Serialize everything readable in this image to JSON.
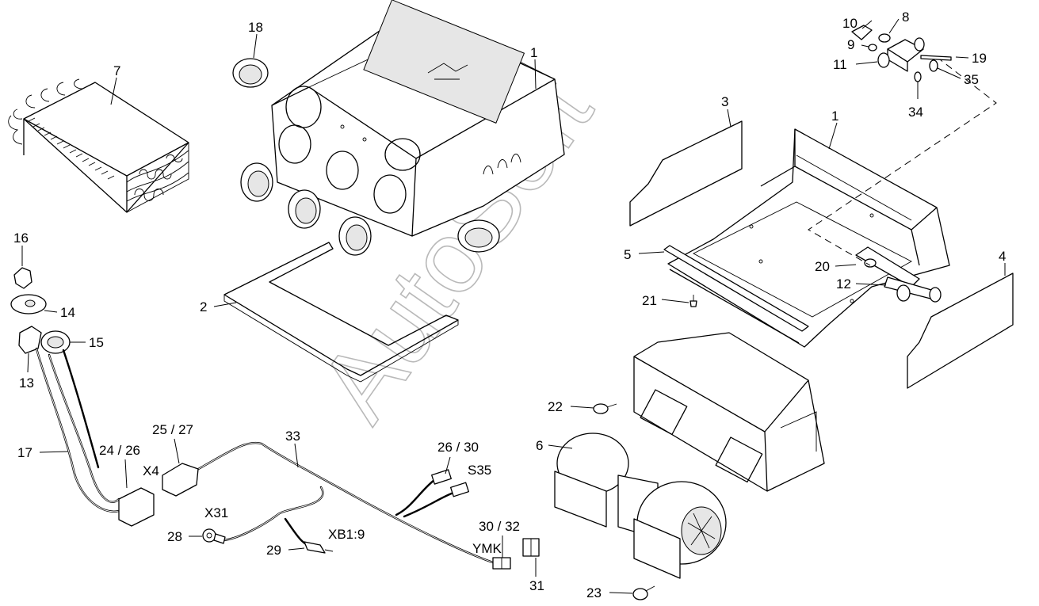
{
  "watermark": "AutoSoft",
  "callouts": {
    "c1a": "1",
    "c1b": "1",
    "c2": "2",
    "c3": "3",
    "c4": "4",
    "c5": "5",
    "c6": "6",
    "c7": "7",
    "c8": "8",
    "c9": "9",
    "c10": "10",
    "c11": "11",
    "c12": "12",
    "c13": "13",
    "c14": "14",
    "c15": "15",
    "c16": "16",
    "c17": "17",
    "c18": "18",
    "c19": "19",
    "c20": "20",
    "c21": "21",
    "c22": "22",
    "c23": "23",
    "c24_26": "24 / 26",
    "c25_27": "25 / 27",
    "c26_30": "26 / 30",
    "c28": "28",
    "c29": "29",
    "c30_32": "30 / 32",
    "c31": "31",
    "c33": "33",
    "c34": "34",
    "c35": "35"
  },
  "connectors": {
    "x4": "X4",
    "s35": "S35",
    "x31": "X31",
    "xb1_9": "XB1:9",
    "ymk": "YMK"
  }
}
